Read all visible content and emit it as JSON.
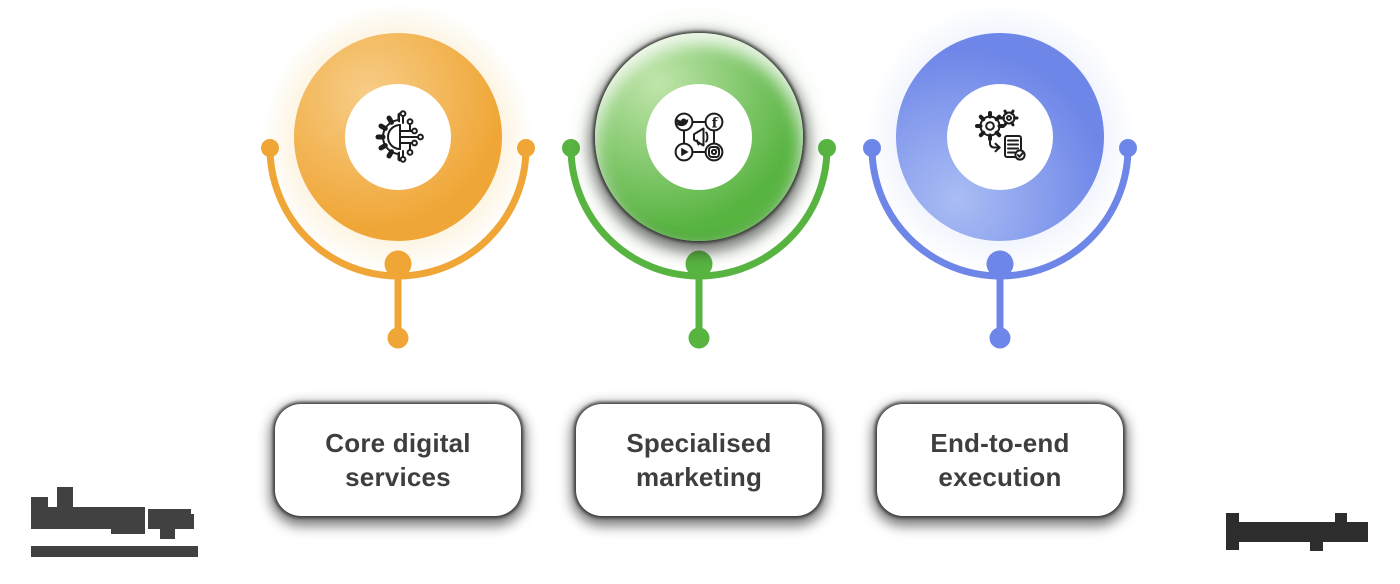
{
  "pillars": [
    {
      "label": "Core digital services",
      "icon": "gear-circuit-icon",
      "color": "#f0a636",
      "color_light": "#f7cd88",
      "glow": "#fbeccb"
    },
    {
      "label": "Specialised marketing",
      "icon": "social-media-marketing-icon",
      "color": "#58b441",
      "color_light": "#c0e5ab",
      "glow": "#f0f9ec"
    },
    {
      "label": "End-to-end execution",
      "icon": "gears-task-checklist-icon",
      "color": "#6e86e8",
      "color_light": "#aabdf4",
      "glow": "#e7edfd"
    }
  ],
  "footer": {
    "left_logo_icon": "pixelated-wordmark-logo",
    "right_logo_icon": "pixelated-wordmark-logo"
  },
  "style": {
    "background": "#ffffff",
    "label_text_color": "#3e3e3e",
    "icon_stroke_color": "#1d1d1d"
  }
}
